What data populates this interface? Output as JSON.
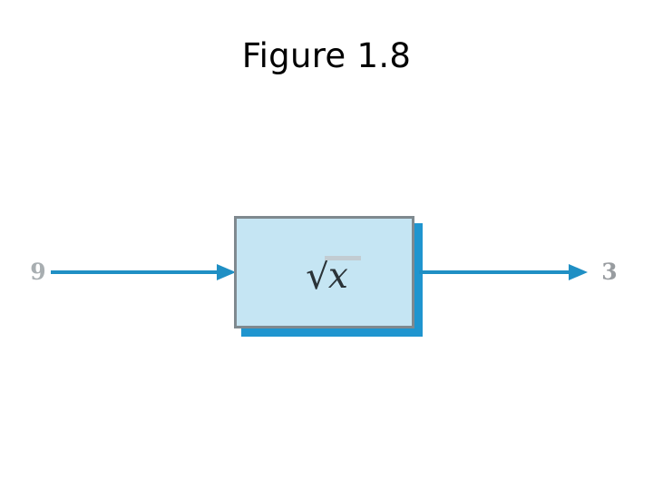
{
  "slide": {
    "title": "Figure 1.8",
    "background_color": "#ffffff"
  },
  "diagram": {
    "type": "function-machine",
    "input": {
      "label": "9",
      "color": "#9aa0a4"
    },
    "output": {
      "label": "3",
      "color": "#8d9296"
    },
    "machine": {
      "expression_radical": "√",
      "expression_variable": "x",
      "fill_color": "#c5e5f3",
      "border_color": "#7f898f",
      "shadow_color": "#1f95cf"
    },
    "arrows": {
      "color": "#1f8fc4",
      "input_direction": "right",
      "output_direction": "right"
    }
  }
}
